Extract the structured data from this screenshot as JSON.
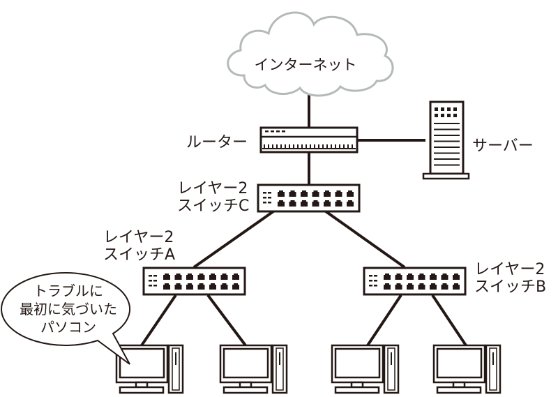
{
  "diagram": {
    "title": "Network topology: internet, router, server, layer-2 switches and PCs",
    "colors": {
      "line": "#231815",
      "cloud_stroke": "#b5b9ba",
      "background": "#ffffff"
    },
    "nodes": {
      "internet": {
        "label": "インターネット",
        "icon": "cloud-icon"
      },
      "router": {
        "label": "ルーター",
        "icon": "router-icon"
      },
      "server": {
        "label": "サーバー",
        "icon": "server-tower-icon"
      },
      "switch_c": {
        "label_line1": "レイヤー2",
        "label_line2": "スイッチC",
        "icon": "switch-icon"
      },
      "switch_a": {
        "label_line1": "レイヤー2",
        "label_line2": "スイッチA",
        "icon": "switch-icon"
      },
      "switch_b": {
        "label_line1": "レイヤー2",
        "label_line2": "スイッチB",
        "icon": "switch-icon"
      },
      "pcs": [
        {
          "id": "pc1",
          "icon": "desktop-pc-icon",
          "uplink": "switch_a"
        },
        {
          "id": "pc2",
          "icon": "desktop-pc-icon",
          "uplink": "switch_a"
        },
        {
          "id": "pc3",
          "icon": "desktop-pc-icon",
          "uplink": "switch_b"
        },
        {
          "id": "pc4",
          "icon": "desktop-pc-icon",
          "uplink": "switch_b"
        }
      ]
    },
    "links": [
      [
        "internet",
        "router"
      ],
      [
        "router",
        "server"
      ],
      [
        "router",
        "switch_c"
      ],
      [
        "switch_c",
        "switch_a"
      ],
      [
        "switch_c",
        "switch_b"
      ],
      [
        "switch_a",
        "pc1"
      ],
      [
        "switch_a",
        "pc2"
      ],
      [
        "switch_b",
        "pc3"
      ],
      [
        "switch_b",
        "pc4"
      ]
    ],
    "callout": {
      "target": "pc1",
      "line1": "トラブルに",
      "line2": "最初に気づいた",
      "line3": "パソコン"
    }
  }
}
